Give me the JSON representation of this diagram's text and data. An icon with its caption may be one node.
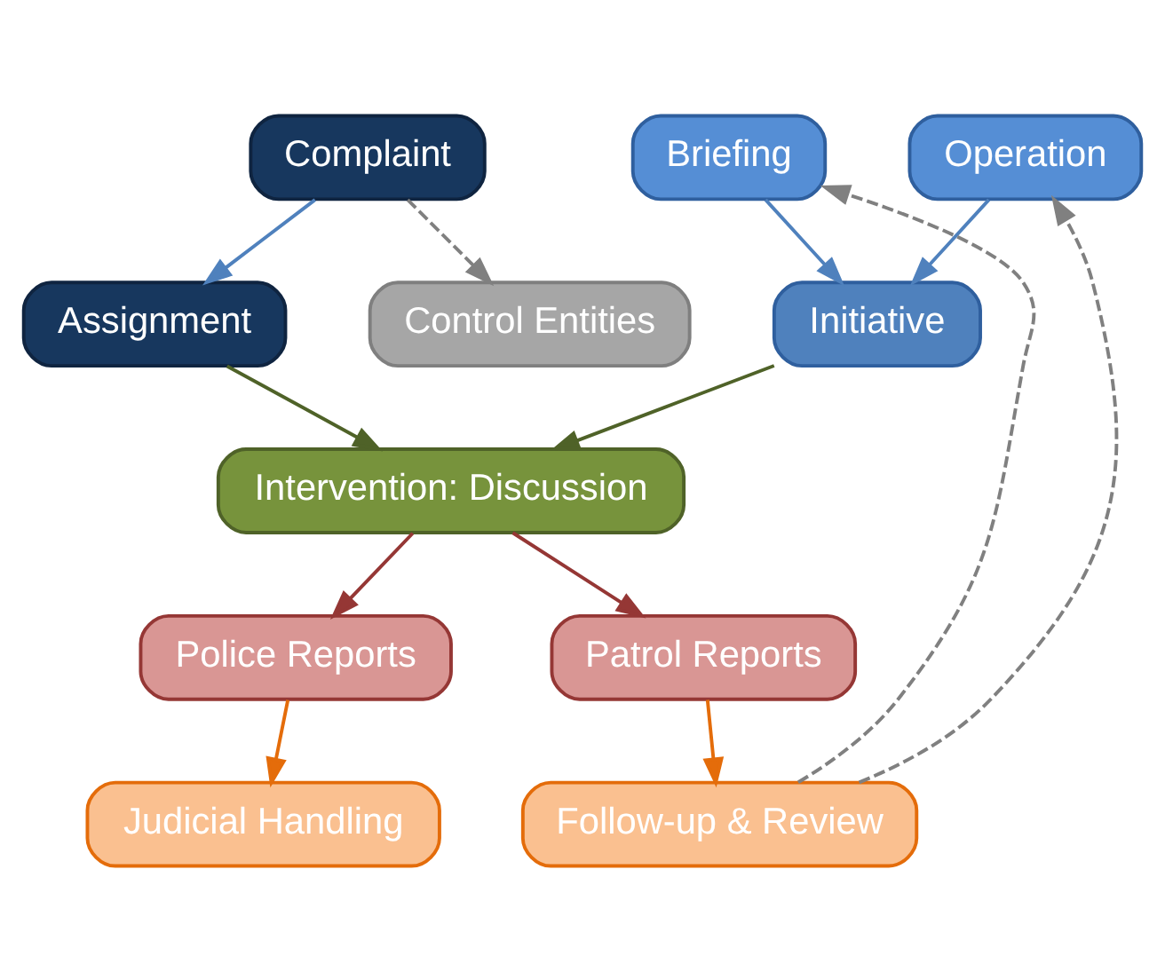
{
  "diagram": {
    "nodes": [
      {
        "text": [
          "Complaint"
        ]
      },
      {
        "text": [
          "Briefing"
        ]
      },
      {
        "text": [
          "Operation"
        ]
      },
      {
        "text": [
          "Assignment"
        ]
      },
      {
        "text": [
          "Initiative"
        ]
      },
      {
        "text": [
          "Control Entities"
        ]
      },
      {
        "text": [
          "Intervention: Discussion"
        ]
      },
      {
        "text": [
          "Police Reports"
        ]
      },
      {
        "text": [
          "Patrol Reports"
        ]
      },
      {
        "text": [
          "Judicial Handling"
        ]
      },
      {
        "text": [
          "Follow-up & Review"
        ]
      }
    ],
    "edges": [
      {
        "from": 0,
        "to": 3,
        "arrow": "to",
        "color": "#4f81bd"
      },
      {
        "from": 0,
        "to": 5,
        "arrow": "to",
        "style": "dashed",
        "color": "#808080"
      },
      {
        "from": 1,
        "to": 4,
        "arrow": "to",
        "color": "#4f81bd"
      },
      {
        "from": 2,
        "to": 4,
        "arrow": "to",
        "color": "#4f81bd"
      },
      {
        "from": 3,
        "to": 6,
        "arrow": "to",
        "color": "#4f6228"
      },
      {
        "from": 4,
        "to": 6,
        "arrow": "to",
        "color": "#4f6228"
      },
      {
        "from": 6,
        "to": 7,
        "arrow": "to",
        "color": "#953735"
      },
      {
        "from": 6,
        "to": 8,
        "arrow": "to",
        "color": "#953735"
      },
      {
        "from": 7,
        "to": 9,
        "arrow": "to",
        "color": "#e46c0a"
      },
      {
        "from": 8,
        "to": 10,
        "arrow": "to",
        "color": "#e46c0a"
      },
      {
        "from": 10,
        "to": 1,
        "arrow": "to",
        "style": "dashed",
        "color": "#808080"
      },
      {
        "from": 10,
        "to": 2,
        "arrow": "to",
        "style": "dashed",
        "color": "#808080"
      }
    ]
  }
}
